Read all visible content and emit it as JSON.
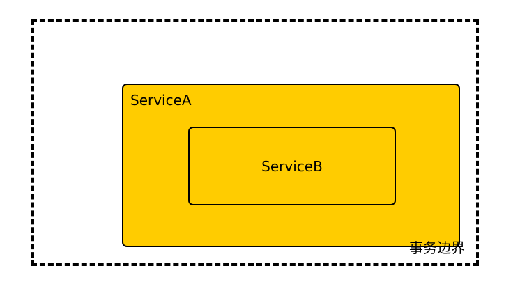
{
  "diagram": {
    "boundary": {
      "label": "事务边界",
      "border_style": "dashed",
      "border_color": "#000000"
    },
    "service_a": {
      "label": "ServiceA",
      "fill_color": "#ffcc00",
      "border_color": "#000000"
    },
    "service_b": {
      "label": "ServiceB",
      "border_color": "#000000"
    }
  }
}
